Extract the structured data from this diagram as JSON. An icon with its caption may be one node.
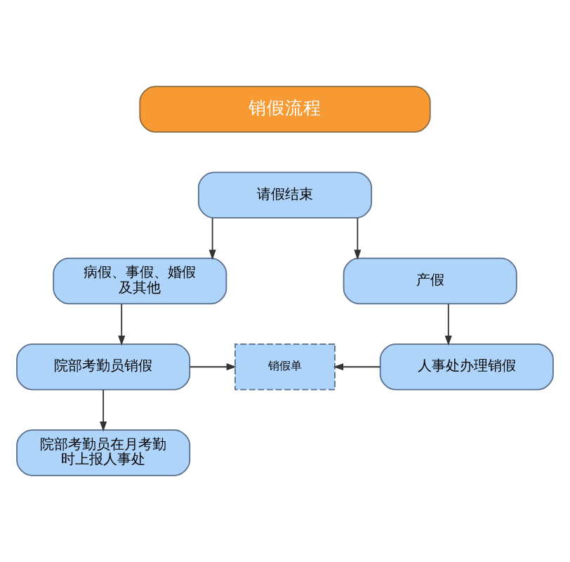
{
  "diagram": {
    "nodes": [
      {
        "text": [
          "销假流程"
        ]
      },
      {
        "text": [
          "请假结束"
        ]
      },
      {
        "text": [
          "病假、事假、婚假及其他"
        ]
      },
      {
        "text": [
          "产假"
        ]
      },
      {
        "text": [
          "院部考勤员销假"
        ]
      },
      {
        "text": [
          "销假单"
        ]
      },
      {
        "text": [
          "人事处办理销假"
        ]
      },
      {
        "text": [
          "院部考勤员在月考勤时上报人事处"
        ]
      }
    ],
    "edges": [
      {
        "from": 1,
        "to": 2,
        "arrow": "to"
      },
      {
        "from": 1,
        "to": 3,
        "arrow": "to"
      },
      {
        "from": 2,
        "to": 4,
        "arrow": "to"
      },
      {
        "from": 3,
        "to": 6,
        "arrow": "to"
      },
      {
        "from": 4,
        "to": 5,
        "arrow": "to"
      },
      {
        "from": 6,
        "to": 5,
        "arrow": "to"
      },
      {
        "from": 4,
        "to": 7,
        "arrow": "to"
      }
    ]
  }
}
